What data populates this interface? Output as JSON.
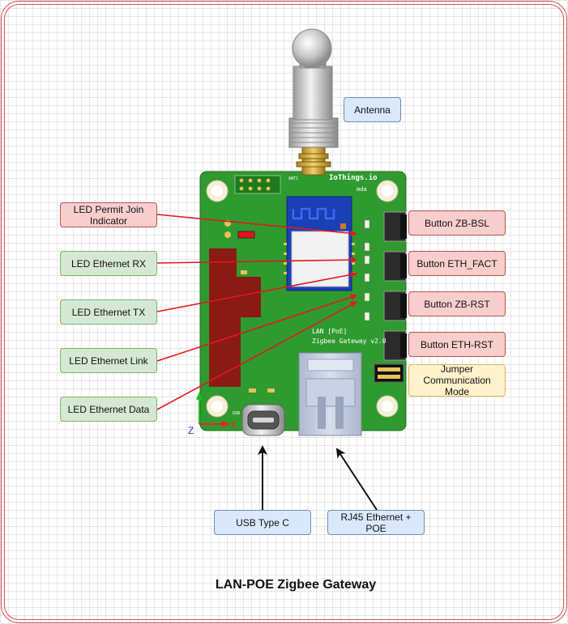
{
  "title": "LAN-POE Zigbee Gateway",
  "labels": {
    "led_permit_join": "LED  Permit Join Indicator",
    "led_eth_rx": "LED  Ethernet RX",
    "led_eth_tx": "LED  Ethernet TX",
    "led_eth_link": "LED  Ethernet Link",
    "led_eth_data": "LED  Ethernet Data",
    "antenna": "Antenna",
    "btn_zb_bsl": "Button ZB-BSL",
    "btn_eth_fact": "Button ETH_FACT",
    "btn_zb_rst": "Button ZB-RST",
    "btn_eth_rst": "Button ETH-RST",
    "jumper": "Jumper Communication Mode",
    "usb": "USB Type C",
    "rj45": "RJ45 Ethernet + POE"
  },
  "board_text": {
    "brand": "IoThings.io",
    "mda": "mda",
    "product_line1": "LAN [PoE]",
    "product_line2": "Zigbee Gateway v2.0",
    "ant": "ANT1",
    "usb": "USB",
    "axis_z": "Z",
    "axis_x": "X"
  },
  "colors": {
    "pcb": "#2f9a2f",
    "frame": "#d9534f",
    "arrow_red": "#e0191e",
    "arrow_black": "#111111"
  }
}
